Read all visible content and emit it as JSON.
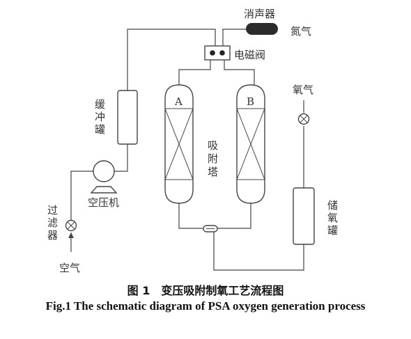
{
  "labels": {
    "muffler": "消声器",
    "nitrogen": "氮气",
    "solenoid_valve": "电磁阀",
    "oxygen": "氧气",
    "buffer_tank": [
      "缓",
      "冲",
      "罐"
    ],
    "tower_a": "A",
    "tower_b": "B",
    "adsorption_tower": [
      "吸",
      "附",
      "塔"
    ],
    "compressor": "空压机",
    "filter": [
      "过",
      "滤",
      "器"
    ],
    "storage_tank": [
      "储",
      "氧",
      "罐"
    ],
    "air": "空气"
  },
  "caption": {
    "cn": "图 1　变压吸附制氧工艺流程图",
    "en": "Fig.1 The schematic diagram of PSA oxygen generation process"
  }
}
